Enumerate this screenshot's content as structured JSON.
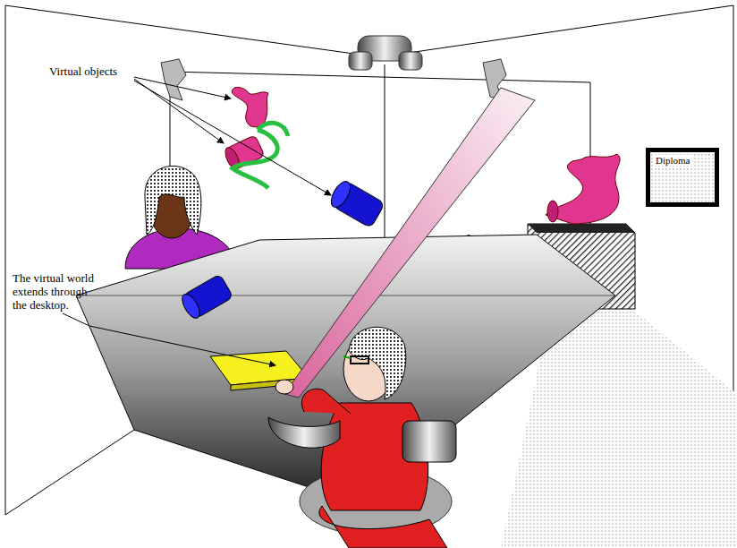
{
  "diagram": {
    "nodes": [
      {
        "text": [
          "Diploma"
        ]
      }
    ],
    "labels": [
      "Virtual objects",
      "The virtual world extends through the desktop."
    ]
  }
}
